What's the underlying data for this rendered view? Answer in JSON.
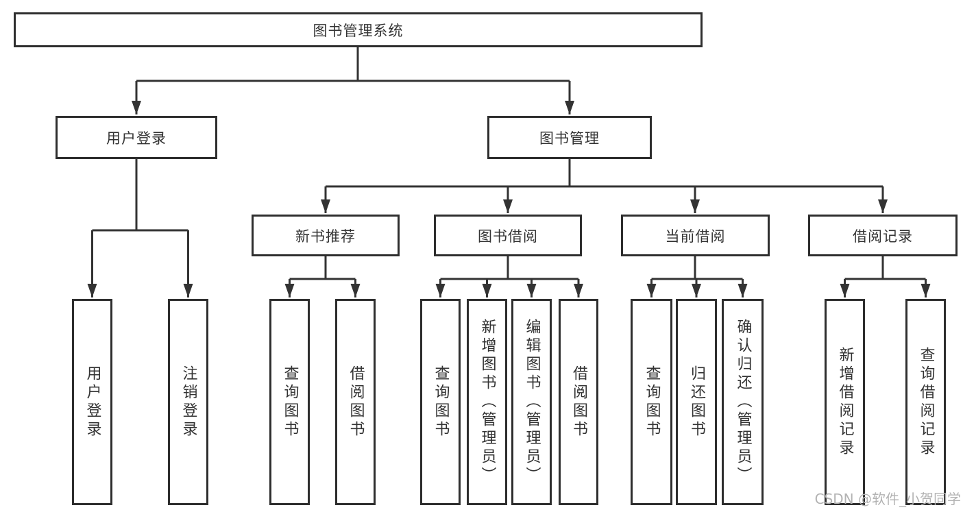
{
  "colors": {
    "background": "#ffffff",
    "line": "#333333",
    "box_border": "#2e2e2e",
    "text": "#333333",
    "watermark": "#b3b3b3"
  },
  "diagram": {
    "root": {
      "label": "图书管理系统"
    },
    "level2": {
      "user_login": {
        "label": "用户登录"
      },
      "book_management": {
        "label": "图书管理"
      }
    },
    "level3": {
      "new_book_rec": {
        "label": "新书推荐"
      },
      "book_borrow": {
        "label": "图书借阅"
      },
      "current_borrow": {
        "label": "当前借阅"
      },
      "borrow_record": {
        "label": "借阅记录"
      }
    },
    "leaves": {
      "user_login": [
        "用户登录",
        "注销登录"
      ],
      "new_book_rec": [
        "查询图书",
        "借阅图书"
      ],
      "book_borrow": [
        "查询图书",
        "新增图书（管理员）",
        "编辑图书（管理员）",
        "借阅图书"
      ],
      "current_borrow": [
        "查询图书",
        "归还图书",
        "确认归还（管理员）"
      ],
      "borrow_record": [
        "新增借阅记录",
        "查询借阅记录"
      ]
    }
  },
  "watermark": {
    "text": "CSDN @软件_小贺同学"
  }
}
